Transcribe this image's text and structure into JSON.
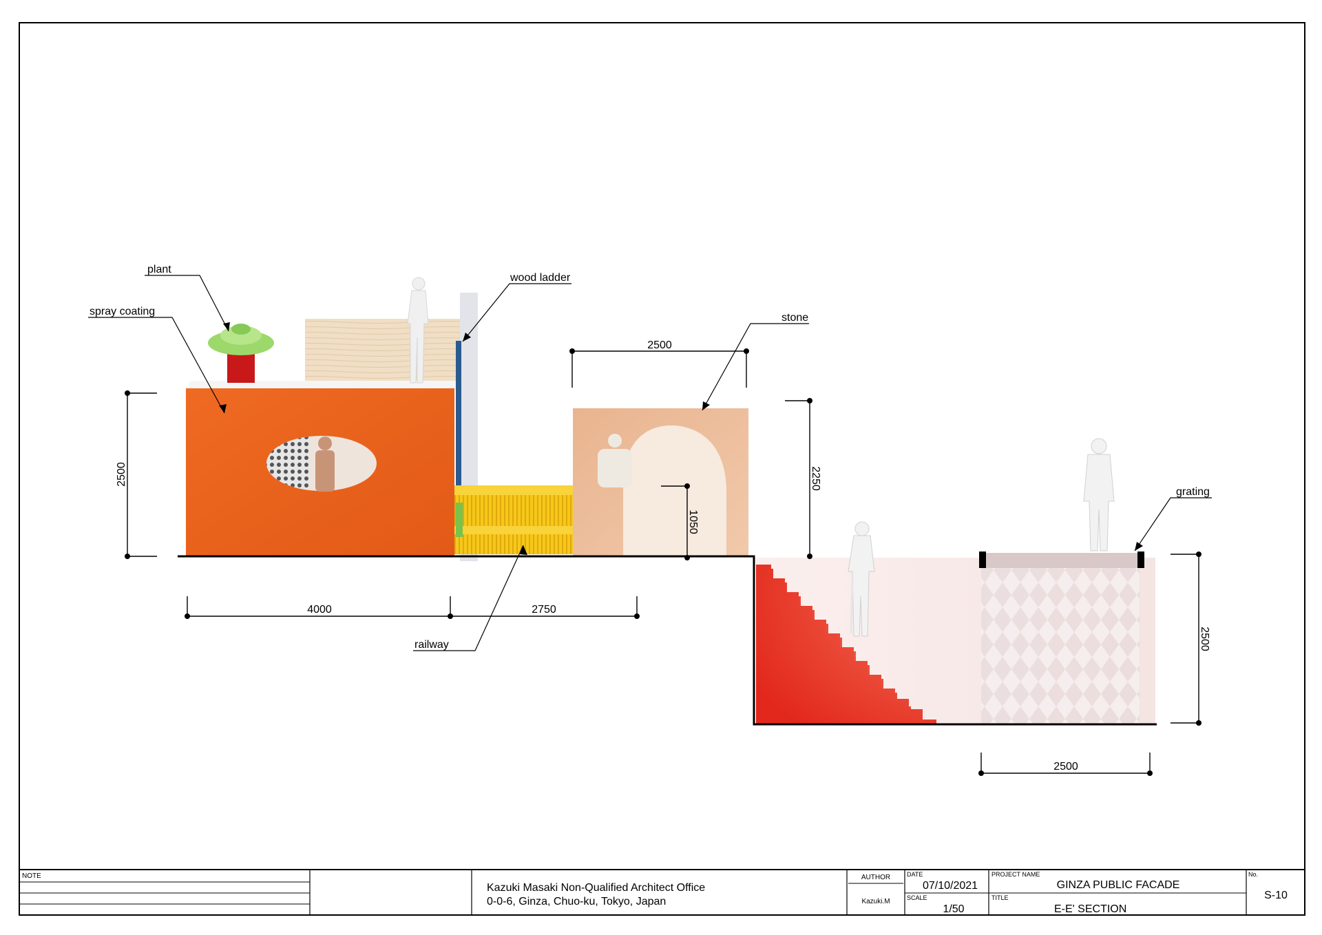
{
  "labels": {
    "plant": "plant",
    "spray_coating": "spray coating",
    "wood_ladder": "wood ladder",
    "stone": "stone",
    "grating": "grating",
    "railway": "railway"
  },
  "dimensions": {
    "block_height": "2500",
    "block_width": "4000",
    "railway_width": "2750",
    "railway_height": "1050",
    "arch_width": "2500",
    "arch_height": "2250",
    "pit_depth": "2500",
    "grating_width": "2500"
  },
  "title_block": {
    "note_label": "NOTE",
    "office_name": "Kazuki Masaki Non-Qualified Architect Office",
    "office_address": "0-0-6, Ginza, Chuo-ku, Tokyo, Japan",
    "author_label": "AUTHOR",
    "author_value": "Kazuki.M",
    "date_label": "DATE",
    "date_value": "07/10/2021",
    "scale_label": "SCALE",
    "scale_value": "1/50",
    "project_label": "PROJECT NAME",
    "project_value": "GINZA PUBLIC FACADE",
    "title_label": "TITLE",
    "title_value": "E-E' SECTION",
    "no_label": "No.",
    "no_value": "S-10"
  },
  "colors": {
    "orange_block": "#e8621e",
    "yellow_rail": "#f6c81a",
    "stone_arch": "#e9b38c",
    "red_stair": "#ea3a2a",
    "wood": "#efdcc2"
  }
}
